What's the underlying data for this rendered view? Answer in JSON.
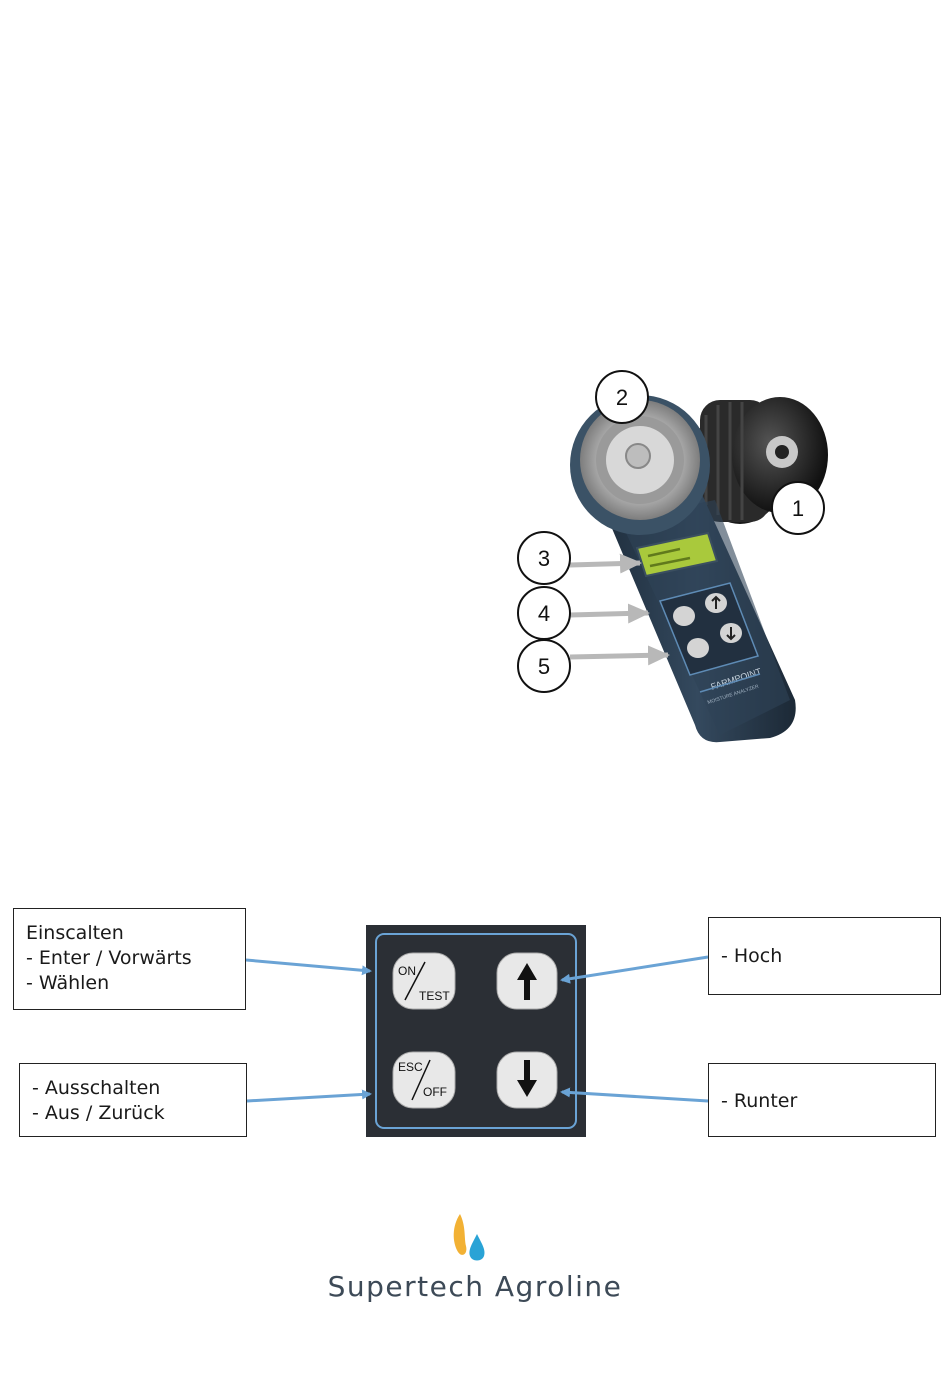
{
  "device": {
    "callout_numbers": [
      "1",
      "2",
      "3",
      "4",
      "5"
    ],
    "brand_label": "FARMPOINT",
    "sub_label": "MOISTURE ANALYZER"
  },
  "keypad": {
    "on_key": {
      "top": "ON",
      "bottom": "TEST"
    },
    "esc_key": {
      "top": "ESC",
      "bottom": "OFF"
    },
    "up_icon": "arrow-up-icon",
    "down_icon": "arrow-down-icon"
  },
  "callouts": {
    "on": [
      "Einscalten",
      "- Enter / Vorwärts",
      "- Wählen"
    ],
    "off": [
      "- Ausschalten",
      "- Aus / Zurück"
    ],
    "up": [
      "- Hoch"
    ],
    "down": [
      "- Runter"
    ]
  },
  "logo": {
    "text": "Supertech Agroline",
    "icon": "flame-drop-icon",
    "colors": {
      "flame": "#f2b134",
      "drop": "#29a3d6",
      "text": "#3d4a57"
    }
  },
  "colors": {
    "arrow_blue": "#6aa3d5",
    "arrow_gray": "#b8b8b8",
    "device_body": "#2c3e50",
    "display_green": "#a9c93c"
  }
}
